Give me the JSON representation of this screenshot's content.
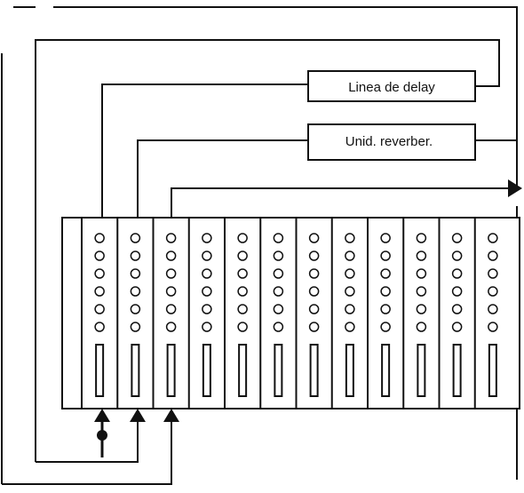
{
  "diagram": {
    "boxes": {
      "delay_line": "Linea de delay",
      "reverb_unit": "Unid. reverber."
    },
    "mixer": {
      "channel_count": 12,
      "knobs_per_channel": 6
    },
    "colors": {
      "line": "#111111",
      "background": "#ffffff"
    }
  }
}
